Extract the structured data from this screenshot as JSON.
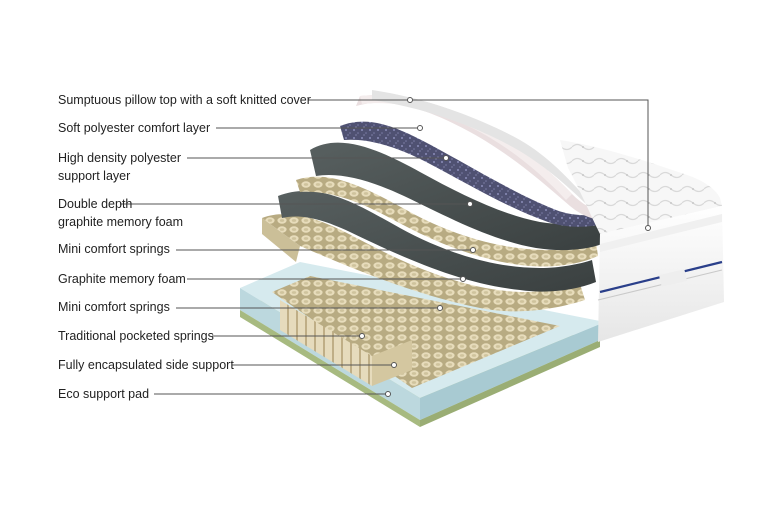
{
  "layers": [
    {
      "lines": [
        "Sumptuous pillow top with a soft knitted cover"
      ]
    },
    {
      "lines": [
        "Soft polyester comfort layer"
      ]
    },
    {
      "lines": [
        "High density polyester",
        "support layer"
      ]
    },
    {
      "lines": [
        "Double depth",
        "graphite memory foam"
      ]
    },
    {
      "lines": [
        "Mini comfort springs"
      ]
    },
    {
      "lines": [
        "Graphite memory foam"
      ]
    },
    {
      "lines": [
        "Mini comfort springs"
      ]
    },
    {
      "lines": [
        "Traditional pocketed springs"
      ]
    },
    {
      "lines": [
        "Fully encapsulated side support"
      ]
    },
    {
      "lines": [
        "Eco support pad"
      ]
    }
  ],
  "colors": {
    "text": "#222222",
    "leader_line": "#555555",
    "cover_white": "#f4f4f4",
    "cover_stripe": "#2a3f8a",
    "comfort_layer": "#e8dcdc",
    "support_layer": "#5a5a7a",
    "graphite_foam": "#4a5050",
    "springs": "#c9bd97",
    "side_support": "#c7e0e6",
    "eco_pad": "#b4c890"
  }
}
